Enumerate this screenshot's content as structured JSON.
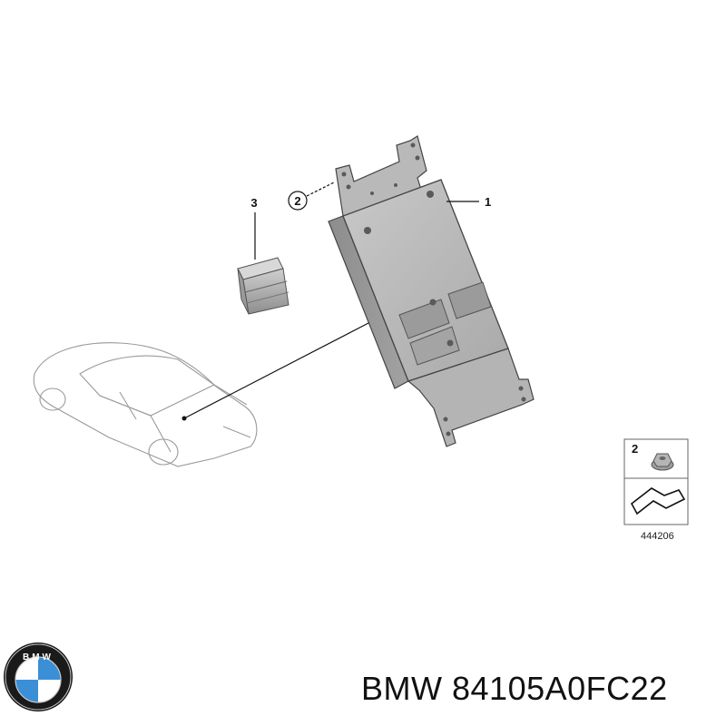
{
  "callouts": {
    "module": "1",
    "nut": "2",
    "connector": "3"
  },
  "legend": {
    "item_number": "2",
    "drawing_code": "444206"
  },
  "logo": {
    "text": "BMW",
    "colors": {
      "blue": "#3a8fd6",
      "white": "#ffffff",
      "ring": "#1a1a1a"
    }
  },
  "caption": {
    "brand": "BMW",
    "part_number": "84105A0FC22"
  }
}
